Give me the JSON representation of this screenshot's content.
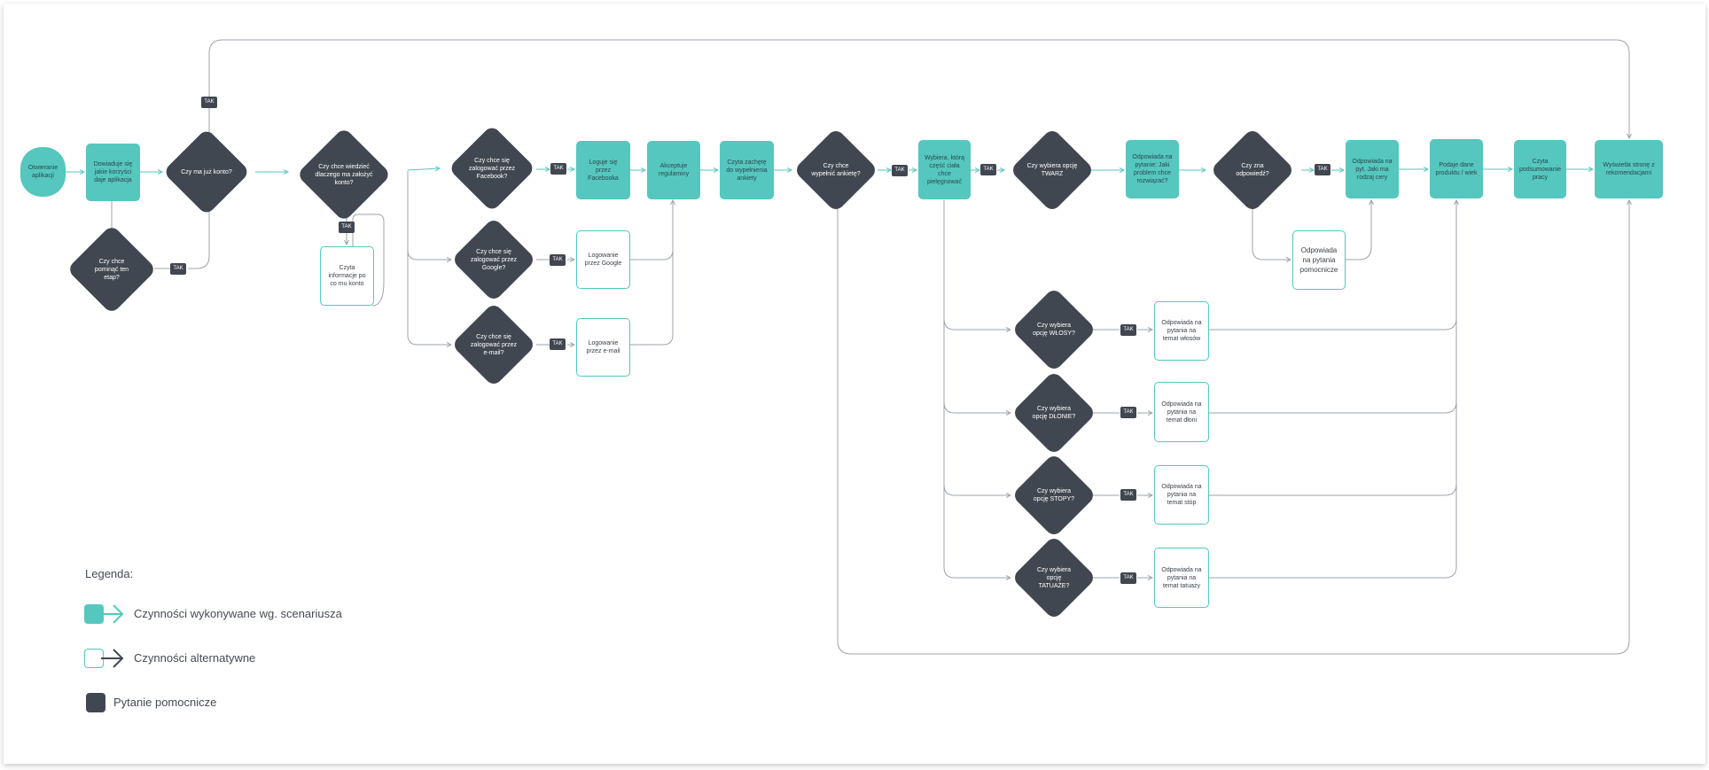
{
  "colors": {
    "teal": "#55c7be",
    "dark": "#414751",
    "line": "#9ea3ab"
  },
  "edge_label": "TAK",
  "nodes": {
    "start": "Otwieranie aplikacji",
    "intro": "Dowiaduje się jakie korzyści daje aplikacja",
    "q_account": "Czy ma już konto?",
    "q_skip": "Czy chce pominąć ten etap?",
    "q_why": "Czy chce wiedzieć dlaczego ma założyć konto?",
    "reads_info": "Czyta informacje po co mu konto",
    "q_facebook": "Czy chce się zalogować przez Facebook?",
    "q_google": "Czy chce się zalogować przez Google?",
    "q_email": "Czy chce się zalogować przez e-mail?",
    "login_fb": "Loguje się przez Facebooka",
    "login_google": "Logowanie przez Google",
    "login_email": "Logowanie przez e-mail",
    "accept_rules": "Akceptuje regulaminy",
    "reads_invite": "Czyta zachętę do wypełnienia ankiety",
    "q_survey": "Czy chce wypełnić ankietę?",
    "choose_part": "Wybiera, którą część ciała chce pielęgnować",
    "q_face": "Czy wybiera opcję TWARZ",
    "answer_skin": "Odpowiada na pytanie: Jaki problem chce rozwiązać?",
    "q_knows": "Czy zna odpowiedź?",
    "answer_skin_type": "Odpowiada na pyt. Jaki ma rodzaj cery",
    "answer_helper": "Odpowiada na pytania pomocnicze",
    "gives_details": "Podaje dane produktu / wiek",
    "reads_summary": "Czyta podsumowanie pracy",
    "shows_recs": "Wyświetla stronę z rekomendacjami",
    "q_hair": "Czy wybiera opcję WŁOSY?",
    "q_hands": "Czy wybiera opcję DŁONIE?",
    "q_feet": "Czy wybiera opcję STOPY?",
    "q_tattoo": "Czy wybiera opcję TATUAŻE?",
    "answer_hair": "Odpowiada na pytania na temat włosów",
    "answer_hands": "Odpowiada na pytania na temat dłoni",
    "answer_feet": "Odpowiada na pytania na temat stóp",
    "answer_tattoo": "Odpowiada na pytania na temat tatuaży"
  },
  "legend": {
    "title": "Legenda:",
    "items": [
      "Czynności wykonywane wg. scenariusza",
      "Czynności alternatywne",
      "Pytanie pomocnicze"
    ]
  }
}
